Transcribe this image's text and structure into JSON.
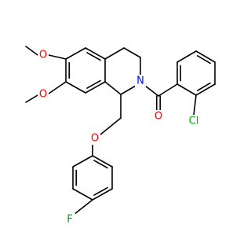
{
  "molecule": {
    "atoms": {
      "o_methoxy_upper": "O",
      "o_methoxy_lower": "O",
      "n_ring": "N",
      "o_carbonyl": "O",
      "cl_substituent": "Cl",
      "o_ether": "O",
      "f_substituent": "F"
    },
    "colors": {
      "bond": "#000000",
      "oxygen": "#ff0000",
      "nitrogen": "#0000ff",
      "chlorine": "#00aa00",
      "fluorine": "#00aa00"
    }
  }
}
